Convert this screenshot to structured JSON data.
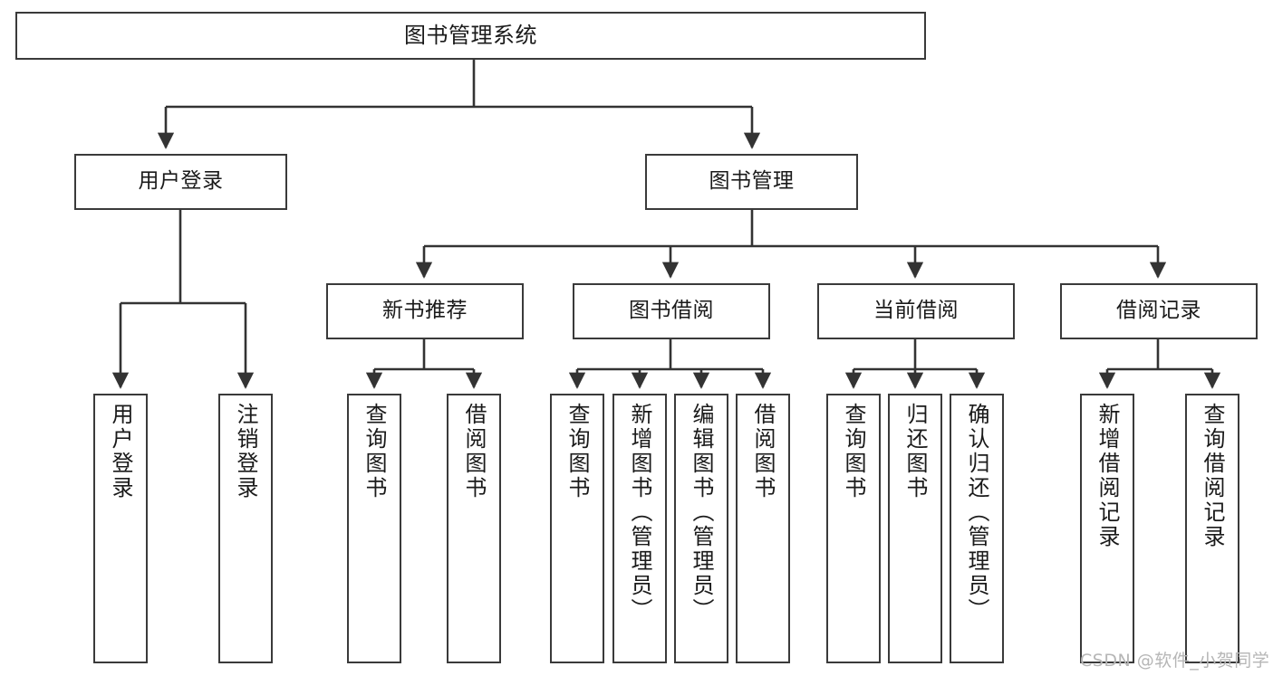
{
  "diagram": {
    "title": "图书管理系统",
    "type": "tree-hierarchy-chart",
    "watermark": "CSDN @软件_小贺同学",
    "colors": {
      "box_border": "#3a3a3a",
      "box_fill": "#ffffff",
      "edge": "#333333",
      "text": "#1a1a1a",
      "watermark": "#b6b6b6",
      "background": "#ffffff"
    },
    "nodes": {
      "root": {
        "label": "图书管理系统"
      },
      "level2": [
        {
          "id": "user-login",
          "label": "用户登录"
        },
        {
          "id": "book-manage",
          "label": "图书管理"
        }
      ],
      "level3": [
        {
          "id": "new-book-recommend",
          "label": "新书推荐"
        },
        {
          "id": "book-borrow",
          "label": "图书借阅"
        },
        {
          "id": "current-borrow",
          "label": "当前借阅"
        },
        {
          "id": "borrow-record",
          "label": "借阅记录"
        }
      ],
      "leaves": [
        {
          "id": "leaf-user-login",
          "label": "用户登录",
          "parent": "user-login"
        },
        {
          "id": "leaf-logout-login",
          "label": "注销登录",
          "parent": "user-login"
        },
        {
          "id": "leaf-query-book-1",
          "label": "查询图书",
          "parent": "new-book-recommend"
        },
        {
          "id": "leaf-borrow-book-1",
          "label": "借阅图书",
          "parent": "new-book-recommend"
        },
        {
          "id": "leaf-query-book-2",
          "label": "查询图书",
          "parent": "book-borrow"
        },
        {
          "id": "leaf-add-book",
          "label": "新增图书（管理员）",
          "parent": "book-borrow"
        },
        {
          "id": "leaf-edit-book",
          "label": "编辑图书（管理员）",
          "parent": "book-borrow"
        },
        {
          "id": "leaf-borrow-book-2",
          "label": "借阅图书",
          "parent": "book-borrow"
        },
        {
          "id": "leaf-query-book-3",
          "label": "查询图书",
          "parent": "current-borrow"
        },
        {
          "id": "leaf-return-book",
          "label": "归还图书",
          "parent": "current-borrow"
        },
        {
          "id": "leaf-confirm-return",
          "label": "确认归还（管理员）",
          "parent": "current-borrow"
        },
        {
          "id": "leaf-add-record",
          "label": "新增借阅记录",
          "parent": "borrow-record"
        },
        {
          "id": "leaf-query-record",
          "label": "查询借阅记录",
          "parent": "borrow-record"
        }
      ]
    }
  }
}
